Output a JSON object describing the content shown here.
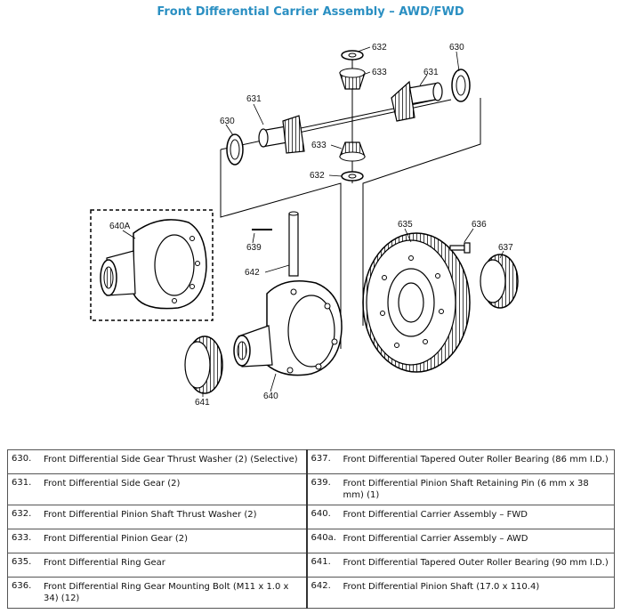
{
  "title": "Front Differential Carrier Assembly – AWD/FWD",
  "callouts": {
    "c632a": "632",
    "c630a": "630",
    "c633a": "633",
    "c631a": "631",
    "c631b": "631",
    "c630b": "630",
    "c633b": "633",
    "c632b": "632",
    "c640A": "640A",
    "c635": "635",
    "c636": "636",
    "c637": "637",
    "c639": "639",
    "c642": "642",
    "c641": "641",
    "c640": "640"
  },
  "parts": [
    [
      {
        "num": "630.",
        "desc": "Front Differential Side Gear Thrust Washer (2) (Selective)"
      },
      {
        "num": "637.",
        "desc": "Front Differential Tapered Outer Roller Bearing (86 mm I.D.)"
      }
    ],
    [
      {
        "num": "631.",
        "desc": "Front Differential Side Gear (2)"
      },
      {
        "num": "639.",
        "desc": "Front Differential Pinion Shaft Retaining Pin (6 mm x 38 mm) (1)"
      }
    ],
    [
      {
        "num": "632.",
        "desc": "Front Differential Pinion Shaft Thrust Washer (2)"
      },
      {
        "num": "640.",
        "desc": "Front Differential Carrier Assembly – FWD"
      }
    ],
    [
      {
        "num": "633.",
        "desc": "Front Differential Pinion Gear (2)"
      },
      {
        "num": "640a.",
        "desc": "Front Differential Carrier Assembly – AWD"
      }
    ],
    [
      {
        "num": "635.",
        "desc": "Front Differential Ring Gear"
      },
      {
        "num": "641.",
        "desc": "Front Differential Tapered Outer Roller Bearing (90 mm I.D.)"
      }
    ],
    [
      {
        "num": "636.",
        "desc": "Front Differential Ring Gear Mounting Bolt (M11 x 1.0 x 34) (12)"
      },
      {
        "num": "642.",
        "desc": "Front Differential Pinion Shaft (17.0 x 110.4)"
      }
    ]
  ]
}
